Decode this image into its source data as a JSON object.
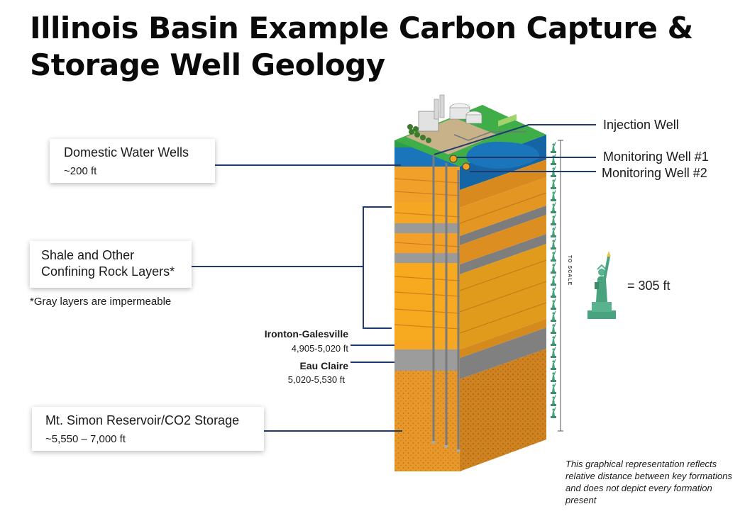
{
  "title": {
    "line1": "Illinois Basin Example Carbon Capture &",
    "line2": "Storage Well Geology"
  },
  "callouts": {
    "water": {
      "name": "Domestic Water Wells",
      "depth": "~200 ft"
    },
    "shale": {
      "name_line1": "Shale and Other",
      "name_line2": "Confining Rock Layers*",
      "note": "*Gray layers are impermeable"
    },
    "ironton": {
      "name": "Ironton-Galesville",
      "depth": "4,905-5,020 ft"
    },
    "eau_claire": {
      "name": "Eau Claire",
      "depth": "5,020-5,530 ft"
    },
    "simon": {
      "name": "Mt. Simon Reservoir/CO2 Storage",
      "depth": "~5,550 – 7,000 ft"
    }
  },
  "wells": {
    "injection": "Injection Well",
    "monitoring1": "Monitoring Well #1",
    "monitoring2": "Monitoring Well #2"
  },
  "scale": {
    "vertical_text": "TO SCALE",
    "equals": "= 305 ft",
    "icon": "statue-of-liberty-icon"
  },
  "disclaimer": "This graphical representation reflects relative distance between key formations and does not depict every formation present",
  "colors": {
    "orange": "#f5a623",
    "orange_dark": "#d9871a",
    "gray": "#9a9a9a",
    "sand": "#e89a2a",
    "grass": "#3fae49",
    "water_blue": "#1b75bb",
    "line_navy": "#1f3a6e",
    "statue_green": "#4aa37f"
  }
}
